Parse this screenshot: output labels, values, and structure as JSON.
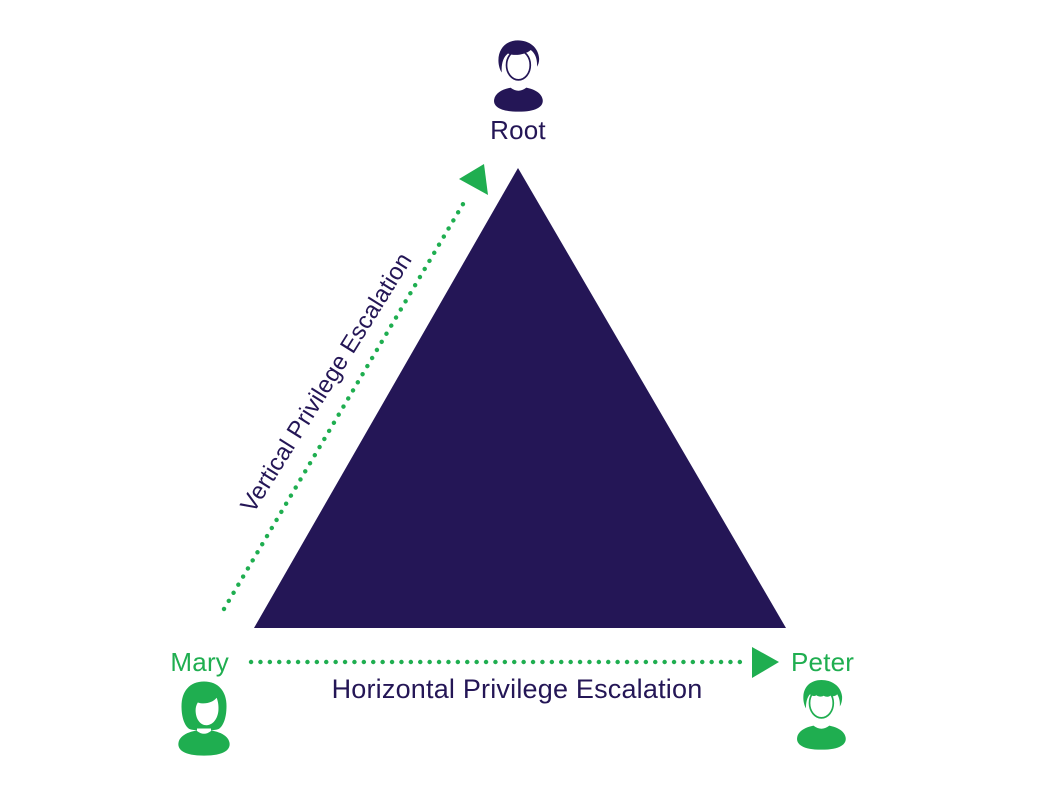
{
  "colors": {
    "background": "#ffffff",
    "navy": "#241656",
    "green": "#1fae50"
  },
  "nodes": {
    "root": {
      "label": "Root",
      "icon": "male-user-bust-icon",
      "color": "#241656",
      "position": "triangle-apex"
    },
    "mary": {
      "label": "Mary",
      "icon": "female-user-bust-icon",
      "color": "#1fae50",
      "position": "bottom-left"
    },
    "peter": {
      "label": "Peter",
      "icon": "male-user-bust-icon",
      "color": "#1fae50",
      "position": "bottom-right"
    }
  },
  "arrows": {
    "vertical": {
      "label": "Vertical Privilege Escalation",
      "from": "Mary",
      "to": "Root",
      "style": "dotted",
      "color": "#1fae50"
    },
    "horizontal": {
      "label": "Horizontal Privilege Escalation",
      "from": "Mary",
      "to": "Peter",
      "style": "dotted",
      "color": "#1fae50"
    }
  },
  "shapes": {
    "triangle": {
      "fill": "#241656"
    }
  }
}
